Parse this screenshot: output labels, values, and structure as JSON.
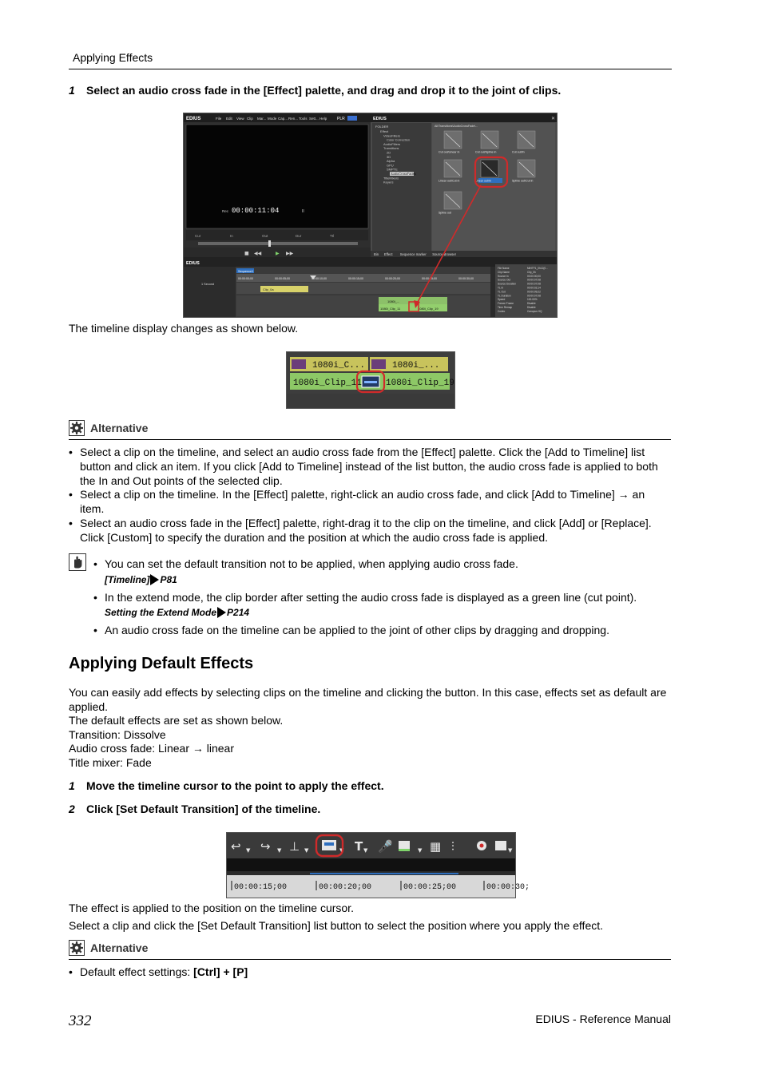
{
  "header": {
    "section": "Applying Effects"
  },
  "step_a": {
    "number": "1",
    "text": "Select an audio cross fade in the [Effect] palette, and drag and drop it to the joint of clips."
  },
  "edius_screen": {
    "app_name": "EDIUS",
    "menu": [
      "File",
      "Edit",
      "View",
      "Clip",
      "Mar...",
      "Mode",
      "Cap...",
      "Ren...",
      "Tools",
      "Sett...",
      "Help"
    ],
    "plr": "PLR",
    "timecode": "00:00:11:04",
    "rec_label": "Rec",
    "cur_label": "Cur",
    "in_label": "In",
    "out_label": "Out",
    "dur_label": "Dur",
    "ttl_label": "Ttl",
    "folder_title": "FOLDER",
    "path": "All\\Transitions\\AudioCrossFade\\...",
    "tree": [
      "Effect",
      "VideoFilters",
      "Color Correction",
      "AudioFilters",
      "Transitions",
      "2D",
      "3D",
      "Alpha",
      "GPU",
      "SMPTE",
      "AudioCrossFades",
      "TitleMixers",
      "Keyers"
    ],
    "fades": [
      "Cut out/Linear in",
      "Cut out/Spline in",
      "Cut out/In",
      "Linear out/Cut in",
      "Linear out/In",
      "Spline out/Cut in",
      "Spline out"
    ],
    "tabs": [
      "Bin",
      "Effect",
      "Sequence marker",
      "Source Browser"
    ],
    "sequence_tab": "Sequence1",
    "time_ruler": [
      "00:00:00;00",
      "00:00:05;00",
      "00:00:10;00",
      "00:00:15;00",
      "00:00:20;00",
      "00:00:25;00",
      "00:00:30;00"
    ],
    "clip_a": "Clip_0a",
    "clip_b1": "1080i_...",
    "clip_b2": "1080i_Clip_11",
    "clip_b3": "1080i_Clip_19",
    "track_label": "1 Second",
    "info_keys": [
      "File Name",
      "Clip Name",
      "Source In",
      "Source Out",
      "Source Duration",
      "TL In",
      "TL Out",
      "TL Duration",
      "Speed",
      "Freeze Frame",
      "Time Remap",
      "Codec"
    ],
    "info_vals": [
      "MtHTF1_0h12(0...",
      "Clip_0h",
      "00:00:00;00",
      "00:00:07;08",
      "00:00:07;08",
      "00:00:02;14",
      "00:00:09;22",
      "00:00:07;08",
      "100.00%",
      "Disable",
      "Disable",
      "Canopus HQ"
    ]
  },
  "caption_1": "The timeline display changes as shown below.",
  "clip_shot": {
    "v1": "1080i_C...",
    "v2": "1080i_...",
    "a1": "1080i_Clip_11",
    "a2": "1080i_Clip_19"
  },
  "alt1": {
    "title": "Alternative",
    "items": [
      "Select a clip on the timeline, and select an audio cross fade from the [Effect] palette. Click the [Add to Timeline] list button and click an item. If you click [Add to Timeline] instead of the list button, the audio cross fade is applied to both the In and Out points of the selected clip.",
      "Select a clip on the timeline. In the [Effect] palette, right-click an audio cross fade, and click [Add to Timeline] → an item.",
      "Select an audio cross fade in the [Effect] palette, right-drag it to the clip on the timeline, and click [Add] or [Replace]. Click [Custom] to specify the duration and the position at which the audio cross fade is applied."
    ]
  },
  "note": {
    "item1": "You can set the default transition not to be applied, when applying audio cross fade.",
    "ref1_text": "[Timeline]",
    "ref1_page": "P81",
    "item2": "In the extend mode, the clip border after setting the audio cross fade is displayed as a green line (cut point).",
    "ref2_text": "Setting the Extend Mode",
    "ref2_page": "P214",
    "item3": "An audio cross fade on the timeline can be applied to the joint of other clips by dragging and dropping."
  },
  "section": {
    "title": "Applying Default Effects",
    "para": [
      "You can easily add effects by selecting clips on the timeline and clicking the button. In this case, effects set as default are applied.",
      "The default effects are set as shown below.",
      "Transition: Dissolve",
      "Audio cross fade: Linear → linear",
      "Title mixer: Fade"
    ],
    "step1": {
      "number": "1",
      "text": "Move the timeline cursor to the point to apply the effect."
    },
    "step2": {
      "number": "2",
      "text": "Click [Set Default Transition] of the timeline."
    }
  },
  "toolbar_shot": {
    "ticks": [
      "00:00:15;00",
      "00:00:20;00",
      "00:00:25;00",
      "00:00:30;"
    ]
  },
  "after": [
    "The effect is applied to the position on the timeline cursor.",
    "Select a clip and click the [Set Default Transition] list button to select the position where you apply the effect."
  ],
  "alt2": {
    "title": "Alternative",
    "item_prefix": "Default effect settings: ",
    "item_keys": "[Ctrl] + [P]"
  },
  "footer": {
    "page": "332",
    "title": "EDIUS - Reference Manual"
  }
}
